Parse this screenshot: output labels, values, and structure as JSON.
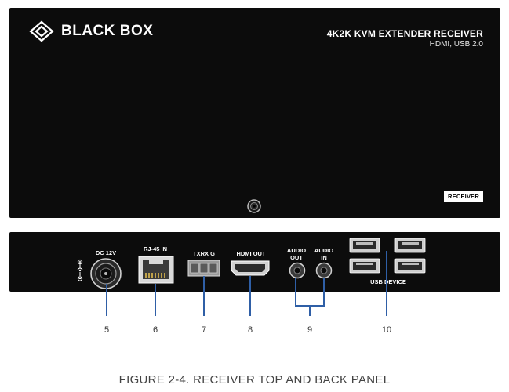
{
  "top_panel": {
    "brand": "BLACK BOX",
    "product_title": "4K2K KVM EXTENDER RECEIVER",
    "product_subtitle": "HDMI, USB 2.0",
    "badge": "RECEIVER"
  },
  "back_panel": {
    "labels": {
      "dc": "DC 12V",
      "rj45": "RJ-45 IN",
      "txrx": "TXRX G",
      "hdmi": "HDMI OUT",
      "audio_out": "AUDIO\nOUT",
      "audio_in": "AUDIO\nIN",
      "usb": "USB DEVICE"
    }
  },
  "callouts": [
    "5",
    "6",
    "7",
    "8",
    "9",
    "10"
  ],
  "caption": "FIGURE 2-4. RECEIVER TOP AND BACK PANEL",
  "colors": {
    "panel": "#0c0c0c",
    "callout_line": "#2f5fa6",
    "text_light": "#ffffff"
  }
}
